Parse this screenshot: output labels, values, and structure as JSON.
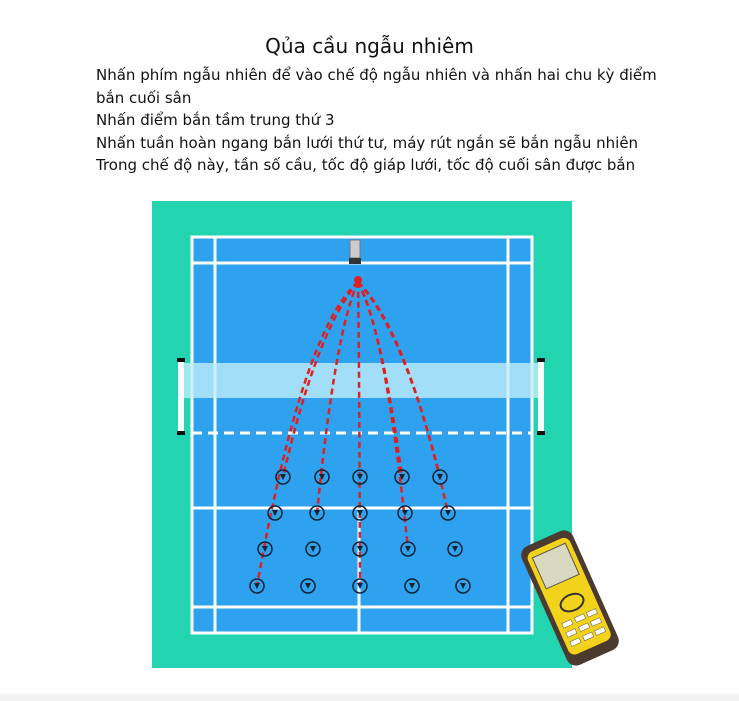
{
  "title": "Qủa cầu ngẫu nhiêm",
  "instructions": [
    "Nhấn phím ngẫu nhiên để vào chế độ ngẫu nhiên và nhấn hai chu kỳ điểm",
    "bắn cuối sân",
    "Nhấn điểm bắn tầm trung thứ 3",
    "Nhấn tuần hoàn ngang bắn lưới thứ tư, máy rút ngắn sẽ bắn ngẫu nhiên",
    "Trong chế độ này, tần số cầu, tốc độ giáp lưới, tốc độ cuối sân được bắn"
  ],
  "colors": {
    "surround": "#22d4b0",
    "court": "#2fa2ef",
    "path": "#e02020",
    "remote_body": "#4a3a30",
    "remote_face": "#f2d21a"
  }
}
